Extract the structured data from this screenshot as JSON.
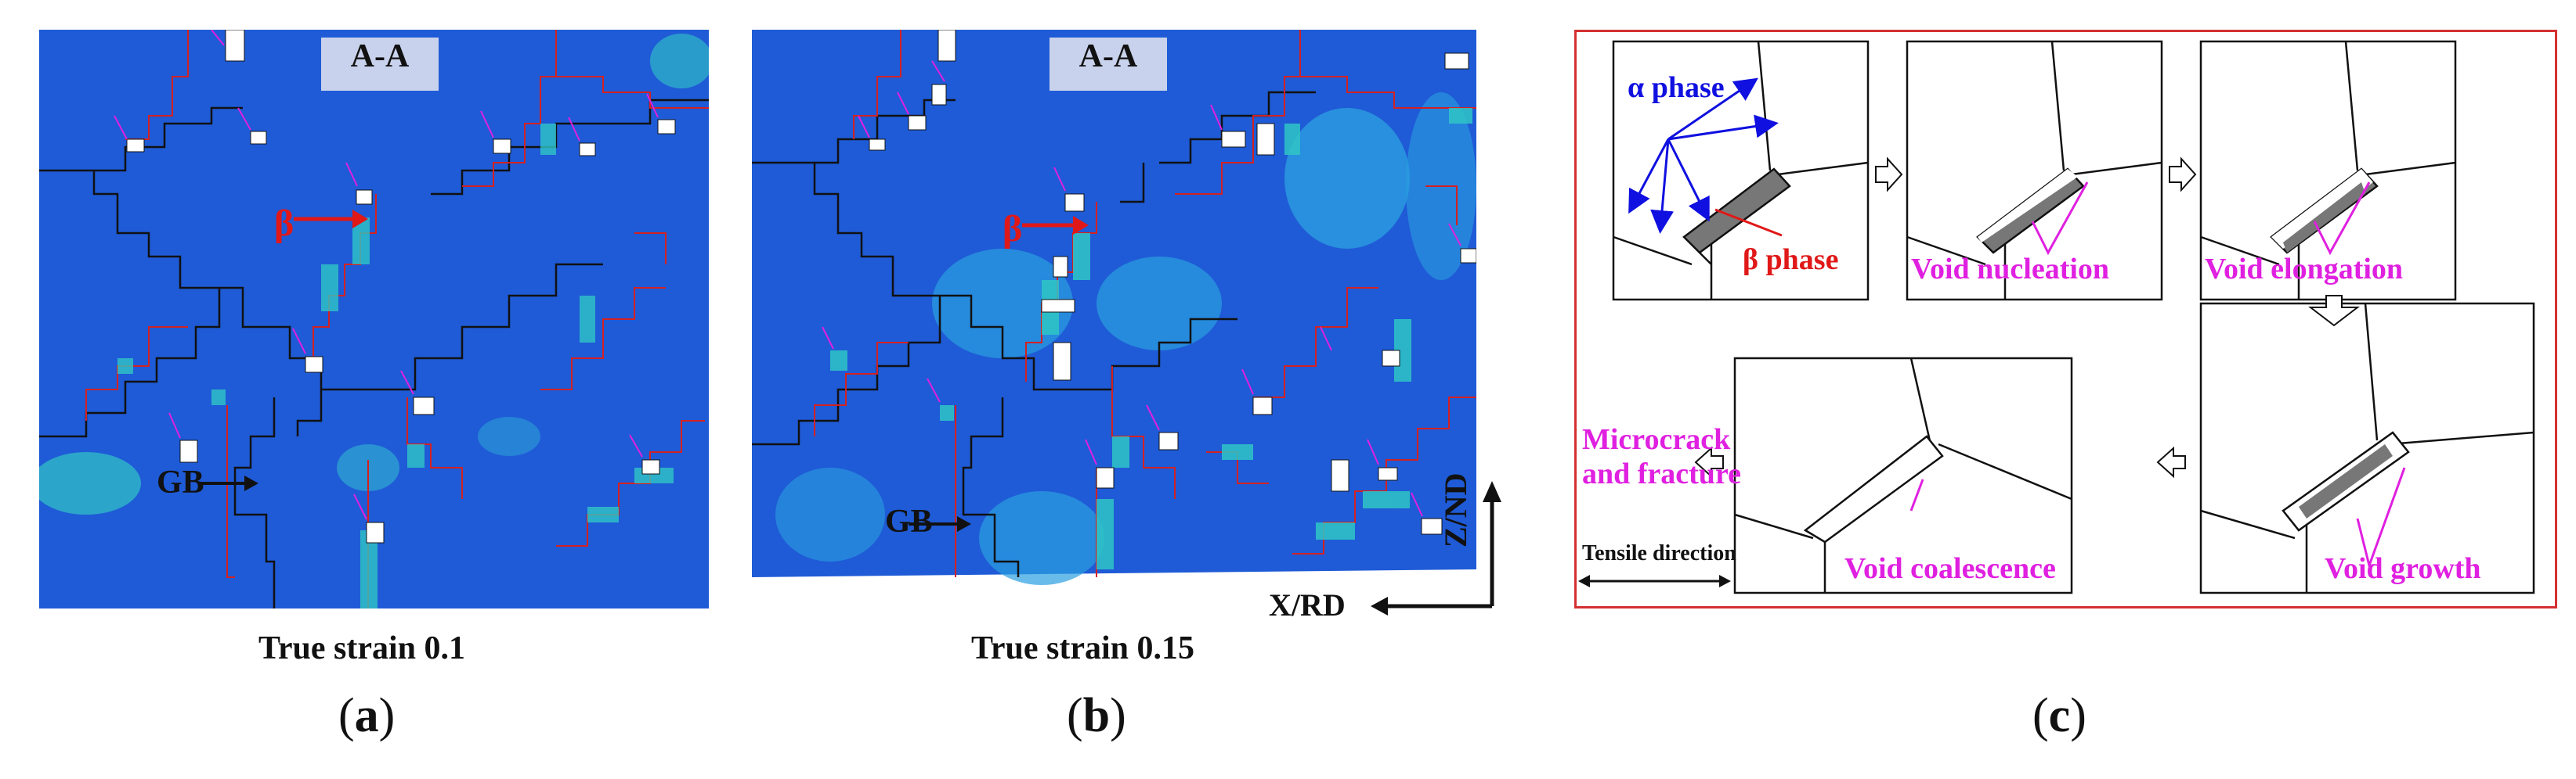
{
  "panel_a": {
    "section_label": "A-A",
    "beta_label": "β",
    "gb_label": "GB",
    "caption": "True strain 0.1",
    "letter": "a"
  },
  "panel_b": {
    "section_label": "A-A",
    "beta_label": "β",
    "gb_label": "GB",
    "caption": "True strain 0.15",
    "letter": "b",
    "axis_vertical": "Z/ND",
    "axis_horizontal": "X/RD"
  },
  "panel_c": {
    "letter": "c",
    "alpha_phase": "α phase",
    "beta_phase": "β phase",
    "void_nucleation": "Void nucleation",
    "void_elongation": "Void elongation",
    "void_growth": "Void growth",
    "void_coalescence": "Void coalescence",
    "microcrack_line1": "Microcrack",
    "microcrack_line2": "and fracture",
    "tensile_direction": "Tensile direction"
  },
  "colors": {
    "matrix_blue": "#1f5bd6",
    "beta_red": "#d42020",
    "label_magenta": "#e020e0",
    "alpha_blue": "#1010e0",
    "border_red": "#d43030"
  }
}
